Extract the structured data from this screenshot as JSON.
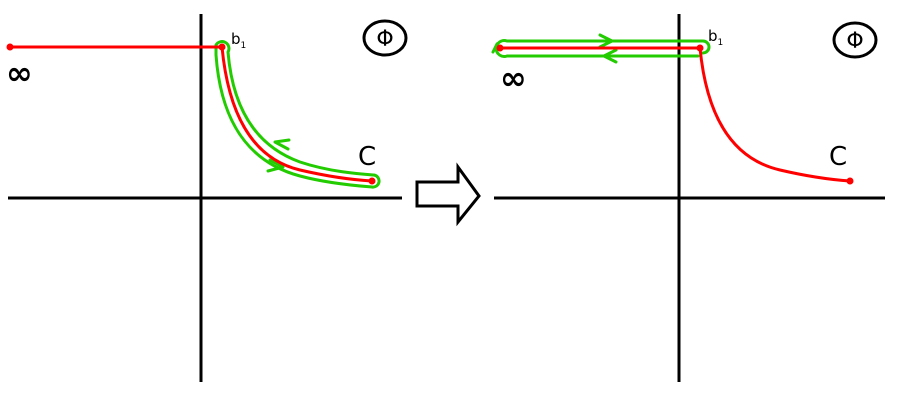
{
  "diagram": {
    "type": "contour-deformation",
    "colors": {
      "axis": "#000000",
      "path": "#ff0000",
      "contour": "#22cc00"
    },
    "left_panel": {
      "point_infinity_label": "∞",
      "branch_point_label": "b",
      "branch_point_subscript": "1",
      "endpoint_label": "C",
      "plane_symbol": "Φ"
    },
    "transition_arrow": "right-arrow",
    "right_panel": {
      "point_infinity_label": "∞",
      "branch_point_label": "b",
      "branch_point_subscript": "1",
      "endpoint_label": "C",
      "plane_symbol": "Φ"
    }
  }
}
